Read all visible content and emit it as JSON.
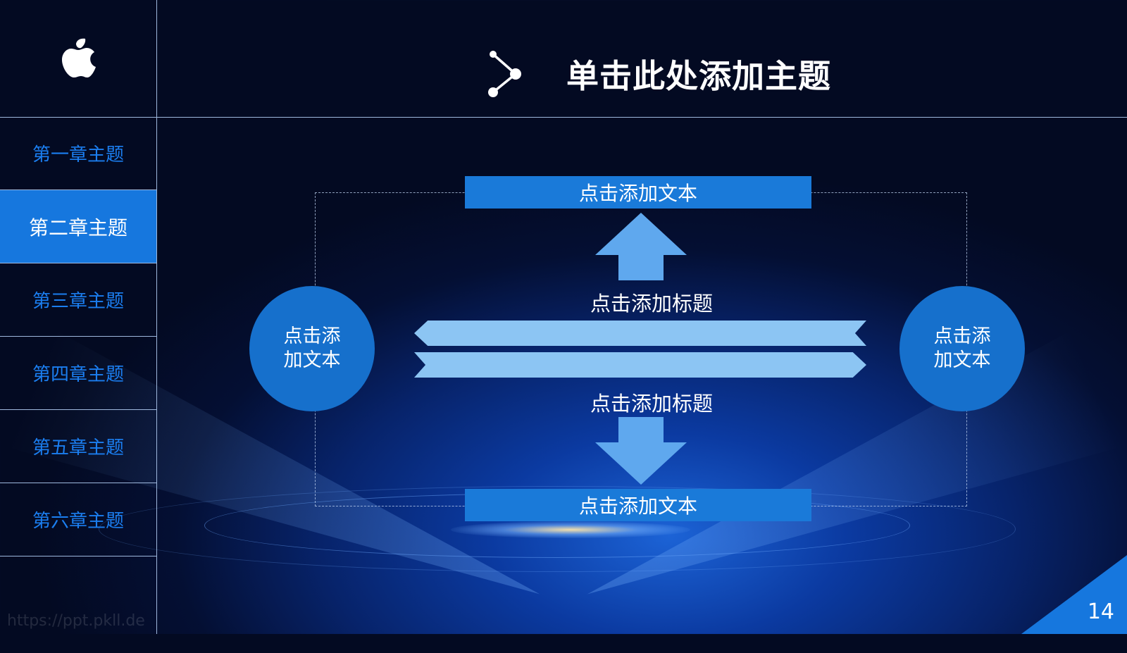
{
  "header": {
    "title": "单击此处添加主题"
  },
  "sidebar": {
    "items": [
      {
        "label": "第一章主题"
      },
      {
        "label": "第二章主题"
      },
      {
        "label": "第三章主题"
      },
      {
        "label": "第四章主题"
      },
      {
        "label": "第五章主题"
      },
      {
        "label": "第六章主题"
      }
    ],
    "active_index": 1
  },
  "diagram": {
    "top_box": "点击添加文本",
    "bottom_box": "点击添加文本",
    "upper_title": "点击添加标题",
    "lower_title": "点击添加标题",
    "left_circle_line1": "点击添",
    "left_circle_line2": "加文本",
    "right_circle_line1": "点击添",
    "right_circle_line2": "加文本"
  },
  "footer": {
    "page_number": "14",
    "watermark": "https://ppt.pkll.de"
  },
  "icons": {
    "logo": "apple-logo-icon",
    "title_icon": "share-icon"
  },
  "colors": {
    "accent": "#1677de",
    "band": "#8cc5f3",
    "nav_text": "#1b7ef0"
  }
}
